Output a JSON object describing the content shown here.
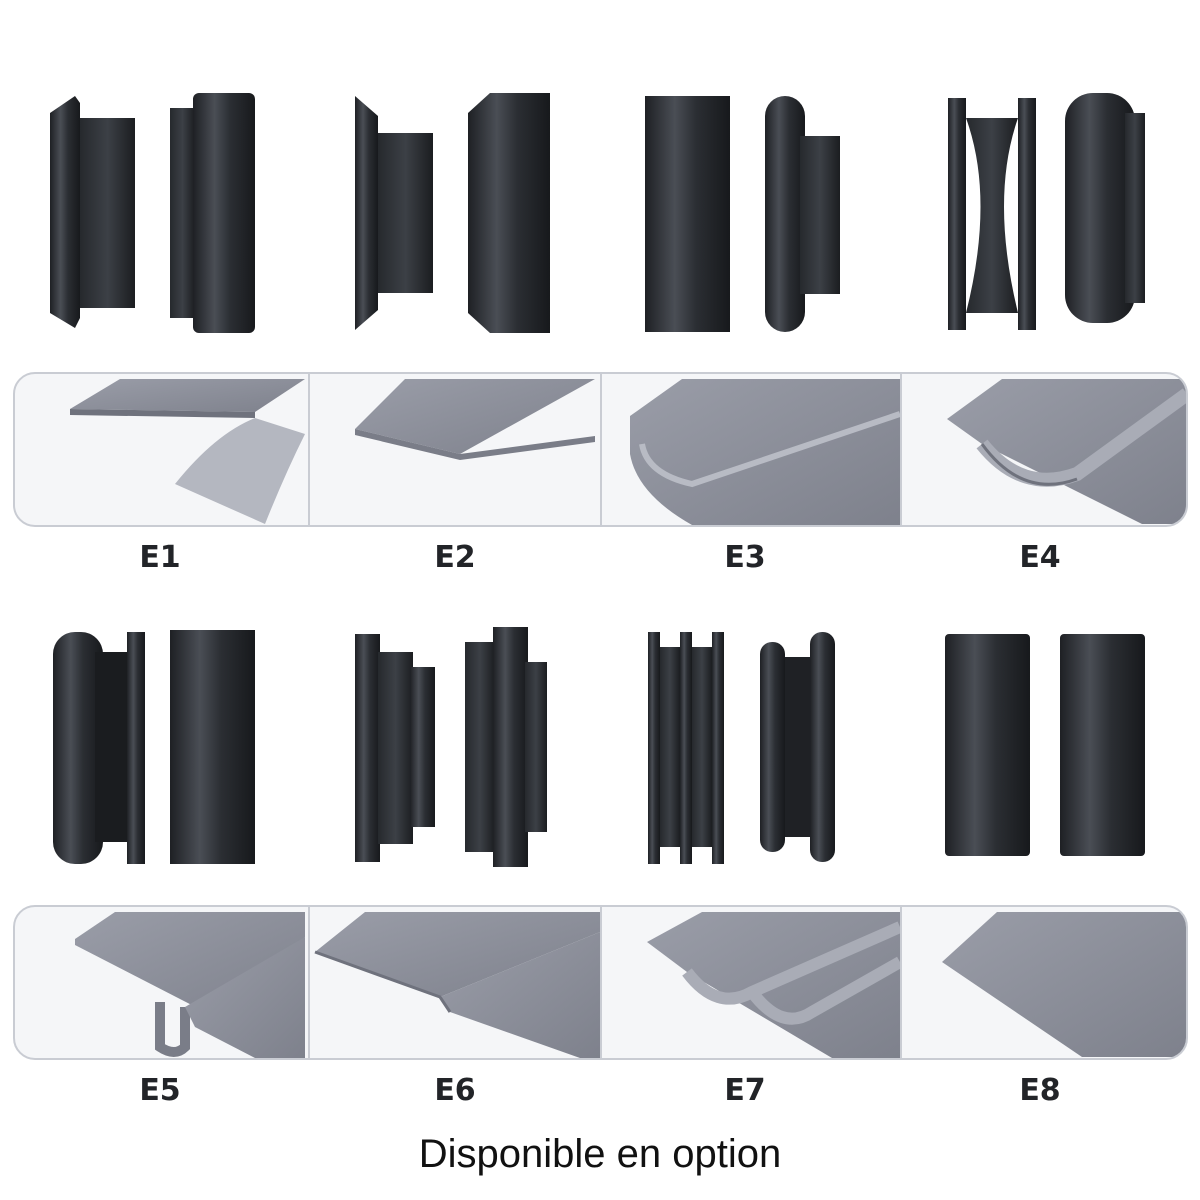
{
  "rows": [
    {
      "labels": [
        "E1",
        "E2",
        "E3",
        "E4"
      ]
    },
    {
      "labels": [
        "E5",
        "E6",
        "E7",
        "E8"
      ]
    }
  ],
  "footer": "Disponible en option",
  "colors": {
    "rubber": "#2b2e33",
    "rubber_highlight": "#5c6168",
    "sheet": "#8b8e99",
    "sheet_edge": "#6f727d",
    "panel_bg": "#f5f6f8",
    "panel_border": "#c9ccd3"
  }
}
